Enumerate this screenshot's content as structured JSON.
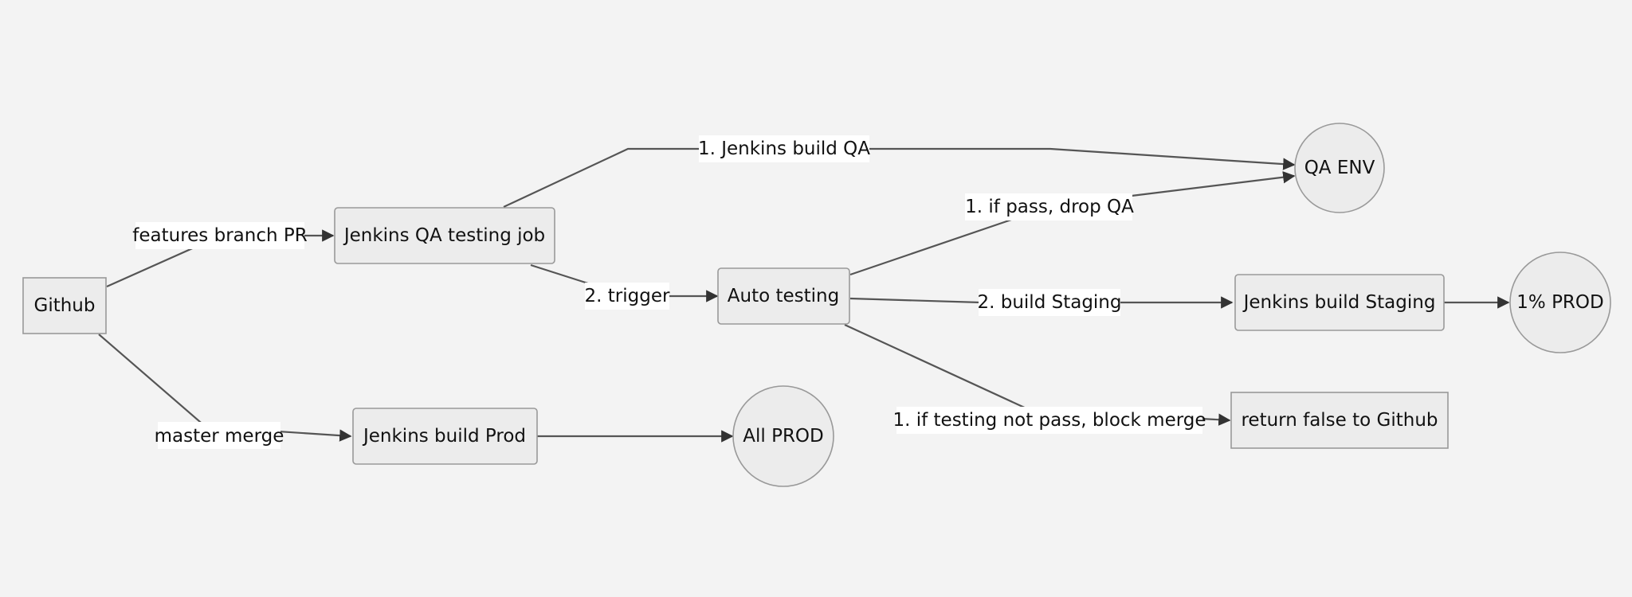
{
  "nodes": {
    "github": "Github",
    "jenkins_qa": "Jenkins QA testing job",
    "auto_testing": "Auto testing",
    "qa_env": "QA ENV",
    "jenkins_staging": "Jenkins build Staging",
    "one_percent_prod": "1% PROD",
    "return_false": "return false to Github",
    "jenkins_prod": "Jenkins build Prod",
    "all_prod": "All PROD"
  },
  "edges": {
    "features_pr": "features branch PR",
    "master_merge": "master merge",
    "build_qa": "1. Jenkins build QA",
    "trigger": "2. trigger",
    "pass_drop_qa": "1. if pass, drop QA",
    "build_staging": "2. build Staging",
    "block_merge": "1. if testing not pass, block merge"
  },
  "colors": {
    "background": "#f3f3f3",
    "node_fill": "#ececec",
    "node_stroke": "#999999",
    "edge": "#555555",
    "edge_label_bg": "#ffffff"
  }
}
